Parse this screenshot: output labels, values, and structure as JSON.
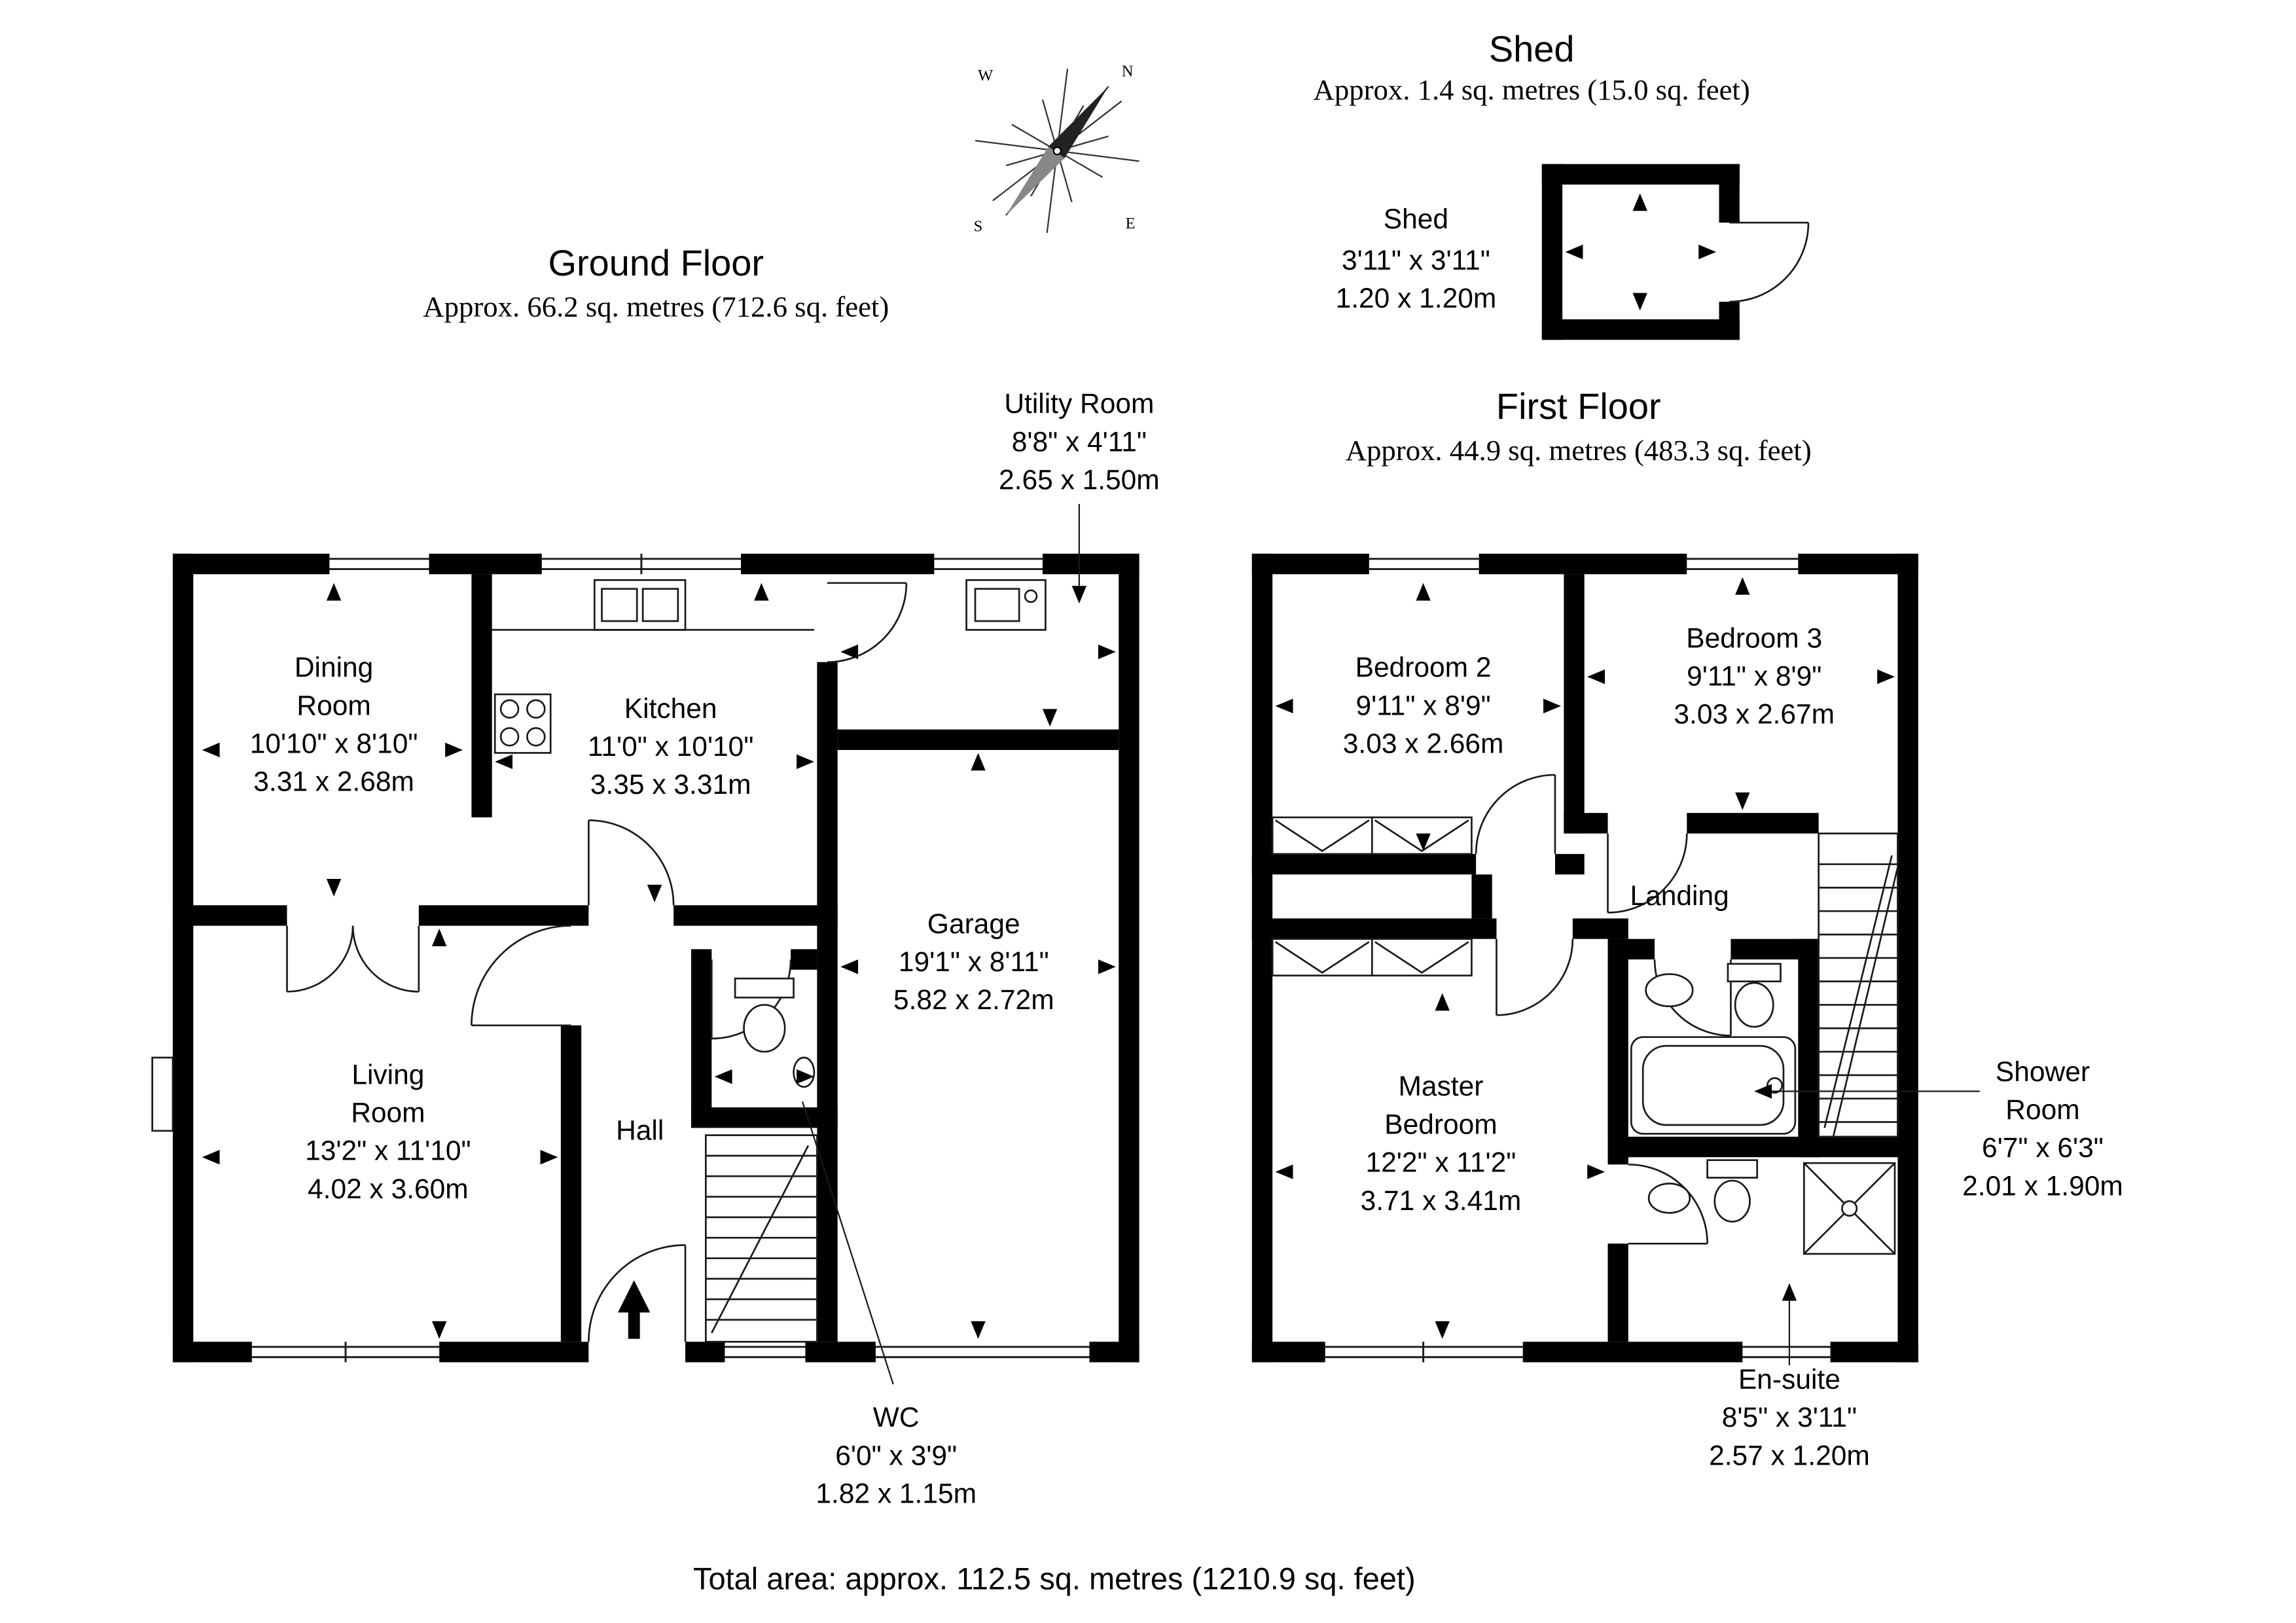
{
  "titles": {
    "ground": {
      "title": "Ground Floor",
      "area": "Approx. 66.2 sq. metres (712.6 sq. feet)"
    },
    "first": {
      "title": "First Floor",
      "area": "Approx. 44.9 sq. metres (483.3 sq. feet)"
    },
    "shed": {
      "title": "Shed",
      "area": "Approx. 1.4 sq. metres (15.0 sq. feet)"
    },
    "total": "Total area: approx. 112.5 sq. metres (1210.9 sq. feet)"
  },
  "compass": {
    "n": "N",
    "e": "E",
    "s": "S",
    "w": "W"
  },
  "rooms": {
    "dining": {
      "lines": [
        "Dining",
        "Room",
        "10'10\" x 8'10\"",
        "3.31 x 2.68m"
      ]
    },
    "kitchen": {
      "lines": [
        "Kitchen",
        "11'0\" x 10'10\"",
        "3.35 x 3.31m"
      ]
    },
    "utility": {
      "lines": [
        "Utility Room",
        "8'8\" x 4'11\"",
        "2.65 x 1.50m"
      ]
    },
    "garage": {
      "lines": [
        "Garage",
        "19'1\" x 8'11\"",
        "5.82 x 2.72m"
      ]
    },
    "living": {
      "lines": [
        "Living",
        "Room",
        "13'2\" x 11'10\"",
        "4.02 x 3.60m"
      ]
    },
    "hall": {
      "lines": [
        "Hall"
      ]
    },
    "wc": {
      "lines": [
        "WC",
        "6'0\" x 3'9\"",
        "1.82 x 1.15m"
      ]
    },
    "bedroom2": {
      "lines": [
        "Bedroom 2",
        "9'11\" x 8'9\"",
        "3.03 x 2.66m"
      ]
    },
    "bedroom3": {
      "lines": [
        "Bedroom 3",
        "9'11\" x 8'9\"",
        "3.03 x 2.67m"
      ]
    },
    "landing": {
      "lines": [
        "Landing"
      ]
    },
    "master": {
      "lines": [
        "Master",
        "Bedroom",
        "12'2\" x 11'2\"",
        "3.71 x 3.41m"
      ]
    },
    "shower": {
      "lines": [
        "Shower",
        "Room",
        "6'7\" x 6'3\"",
        "2.01 x 1.90m"
      ]
    },
    "ensuite": {
      "lines": [
        "En-suite",
        "8'5\" x 3'11\"",
        "2.57 x 1.20m"
      ]
    },
    "shed_room": {
      "lines": [
        "Shed",
        "3'11\" x 3'11\"",
        "1.20 x 1.20m"
      ]
    }
  }
}
